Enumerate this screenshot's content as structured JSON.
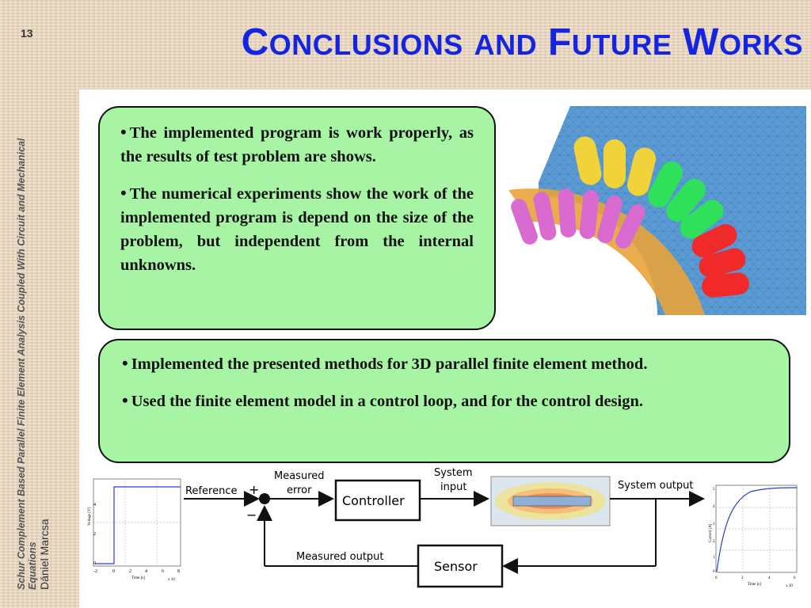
{
  "slide_number": "13",
  "title": {
    "word1_big": "C",
    "word1_small": "ONCLUSIONS",
    "word2_small": "AND",
    "word3_big": "F",
    "word3_small": "UTURE",
    "word4_big": "W",
    "word4_small": "ORKS"
  },
  "sidebar": {
    "line1": "Schur Complement Based Parallel Finite Element Analysis Coupled With Circuit and Mechanical",
    "line2": "Equations",
    "author": "Dániel Marcsa"
  },
  "box1": {
    "bullets": [
      "The implemented program is work properly, as the results of test problem are shows.",
      "The numerical experiments show the work of the implemented program is depend on the size of the problem, but independent from the internal unknowns."
    ]
  },
  "box2": {
    "bullets": [
      "Implemented the presented methods for 3D parallel finite element method.",
      "Used the finite element model in a control loop, and for the control design."
    ]
  },
  "diagram": {
    "reference": "Reference",
    "plus": "+",
    "minus": "−",
    "measured_error_1": "Measured",
    "measured_error_2": "error",
    "controller": "Controller",
    "system_input_1": "System",
    "system_input_2": "input",
    "system_output": "System output",
    "measured_output": "Measured output",
    "sensor": "Sensor"
  },
  "left_plot": {
    "ylabel": "Voltage [V]",
    "xlabel": "Time [s]",
    "xscale": "x 10",
    "yticks": [
      "4",
      "2",
      "0"
    ],
    "xticks": [
      "-2",
      "0",
      "2",
      "4",
      "6",
      "8"
    ]
  },
  "right_plot": {
    "ylabel": "Current [A]",
    "xlabel": "Time [s]",
    "xscale": "x 10",
    "yticks": [
      "5",
      "4",
      "3",
      "2",
      "1",
      "0"
    ],
    "xticks": [
      "0",
      "2",
      "4",
      "6"
    ]
  },
  "colors": {
    "title": "#1524e0",
    "box_fill": "#a7f4a5",
    "background": "#ead6bd"
  }
}
